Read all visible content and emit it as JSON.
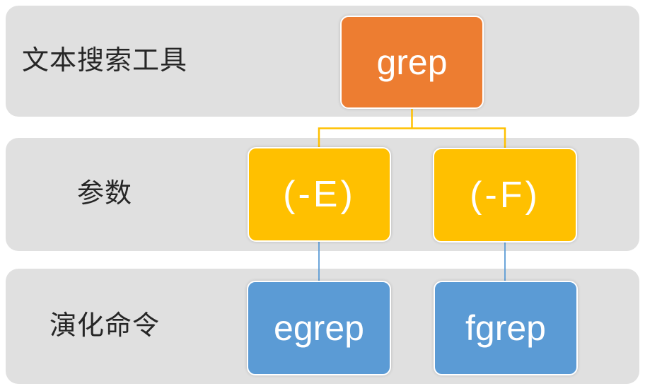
{
  "colors": {
    "band": "#e0e0e0",
    "label": "#262626",
    "orange": "#ED7D31",
    "gold": "#FFC000",
    "blue": "#5B9BD5",
    "nodetext": "#ffffff"
  },
  "diagram": {
    "rows": [
      {
        "label": "文本搜索工具",
        "nodes": [
          {
            "text": "grep",
            "color_key": "orange"
          }
        ]
      },
      {
        "label": "参数",
        "nodes": [
          {
            "text": "(-E)",
            "color_key": "gold"
          },
          {
            "text": "(-F)",
            "color_key": "gold"
          }
        ]
      },
      {
        "label": "演化命令",
        "nodes": [
          {
            "text": "egrep",
            "color_key": "blue"
          },
          {
            "text": "fgrep",
            "color_key": "blue"
          }
        ]
      }
    ],
    "connections": [
      {
        "from": "grep",
        "to": "(-E)"
      },
      {
        "from": "grep",
        "to": "(-F)"
      },
      {
        "from": "(-E)",
        "to": "egrep"
      },
      {
        "from": "(-F)",
        "to": "fgrep"
      }
    ]
  }
}
